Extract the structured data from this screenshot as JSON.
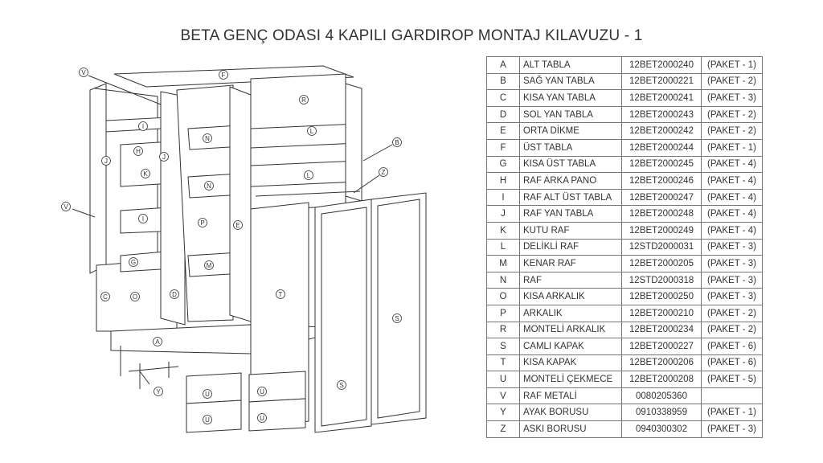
{
  "title": "BETA GENÇ ODASI 4 KAPILI GARDIROP MONTAJ KILAVUZU - 1",
  "parts": [
    [
      "A",
      "ALT TABLA",
      "12BET2000240",
      "(PAKET - 1)"
    ],
    [
      "B",
      "SAĞ YAN TABLA",
      "12BET2000221",
      "(PAKET - 2)"
    ],
    [
      "C",
      "KISA YAN TABLA",
      "12BET2000241",
      "(PAKET - 3)"
    ],
    [
      "D",
      "SOL YAN TABLA",
      "12BET2000243",
      "(PAKET - 2)"
    ],
    [
      "E",
      "ORTA DİKME",
      "12BET2000242",
      "(PAKET - 2)"
    ],
    [
      "F",
      "ÜST TABLA",
      "12BET2000244",
      "(PAKET - 1)"
    ],
    [
      "G",
      "KISA ÜST TABLA",
      "12BET2000245",
      "(PAKET - 4)"
    ],
    [
      "H",
      "RAF ARKA PANO",
      "12BET2000246",
      "(PAKET - 4)"
    ],
    [
      "I",
      "RAF ALT ÜST TABLA",
      "12BET2000247",
      "(PAKET - 4)"
    ],
    [
      "J",
      "RAF YAN TABLA",
      "12BET2000248",
      "(PAKET - 4)"
    ],
    [
      "K",
      "KUTU RAF",
      "12BET2000249",
      "(PAKET - 4)"
    ],
    [
      "L",
      "DELİKLİ RAF",
      "12STD2000031",
      "(PAKET - 3)"
    ],
    [
      "M",
      "KENAR RAF",
      "12BET2000205",
      "(PAKET - 3)"
    ],
    [
      "N",
      "RAF",
      "12STD2000318",
      "(PAKET - 3)"
    ],
    [
      "O",
      "KISA ARKALIK",
      "12BET2000250",
      "(PAKET - 3)"
    ],
    [
      "P",
      "ARKALIK",
      "12BET2000210",
      "(PAKET - 2)"
    ],
    [
      "R",
      "MONTELİ ARKALIK",
      "12BET2000234",
      "(PAKET - 2)"
    ],
    [
      "S",
      "CAMLI KAPAK",
      "12BET2000227",
      "(PAKET - 6)"
    ],
    [
      "T",
      "KISA KAPAK",
      "12BET2000206",
      "(PAKET - 6)"
    ],
    [
      "U",
      "MONTELİ ÇEKMECE",
      "12BET2000208",
      "(PAKET - 5)"
    ],
    [
      "V",
      "RAF METALİ",
      "0080205360",
      ""
    ],
    [
      "Y",
      "AYAK BORUSU",
      "0910338959",
      "(PAKET - 1)"
    ],
    [
      "Z",
      "ASKI BORUSU",
      "0940300302",
      "(PAKET - 3)"
    ]
  ],
  "callouts": [
    "V",
    "F",
    "R",
    "I",
    "N",
    "L",
    "H",
    "J",
    "B",
    "J",
    "K",
    "Z",
    "N",
    "L",
    "V",
    "I",
    "P",
    "E",
    "G",
    "M",
    "C",
    "O",
    "D",
    "T",
    "S",
    "A",
    "Y",
    "U",
    "U",
    "U",
    "U",
    "S"
  ]
}
